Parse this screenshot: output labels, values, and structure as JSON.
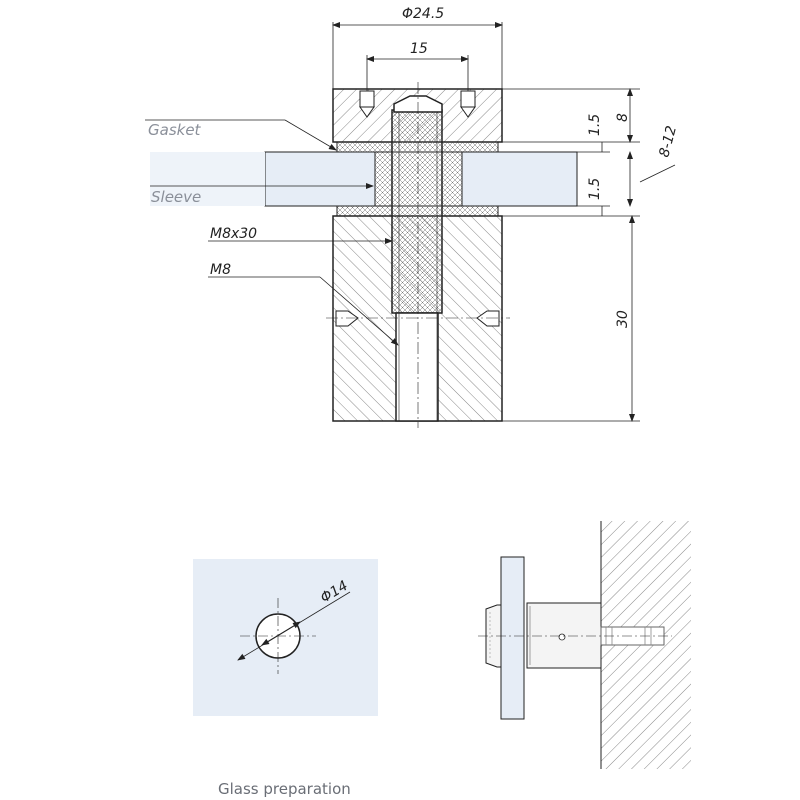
{
  "top_view": {
    "dimensions": {
      "outer_diameter": "Φ24.5",
      "hole_spacing": "15",
      "cap_height": "8",
      "gasket_upper": "1.5",
      "gasket_lower": "1.5",
      "glass_range": "8-12",
      "body_length": "30"
    },
    "callouts": {
      "gasket": "Gasket",
      "sleeve": "Sleeve",
      "screw": "M8x30",
      "thread": "M8"
    }
  },
  "glass_preparation": {
    "hole_diameter": "Φ14",
    "caption": "Glass preparation"
  },
  "colors": {
    "line": "#222222",
    "glass": "#e6edf6",
    "hatch": "#6b6b6b",
    "callout_grey": "#8a8f99"
  }
}
